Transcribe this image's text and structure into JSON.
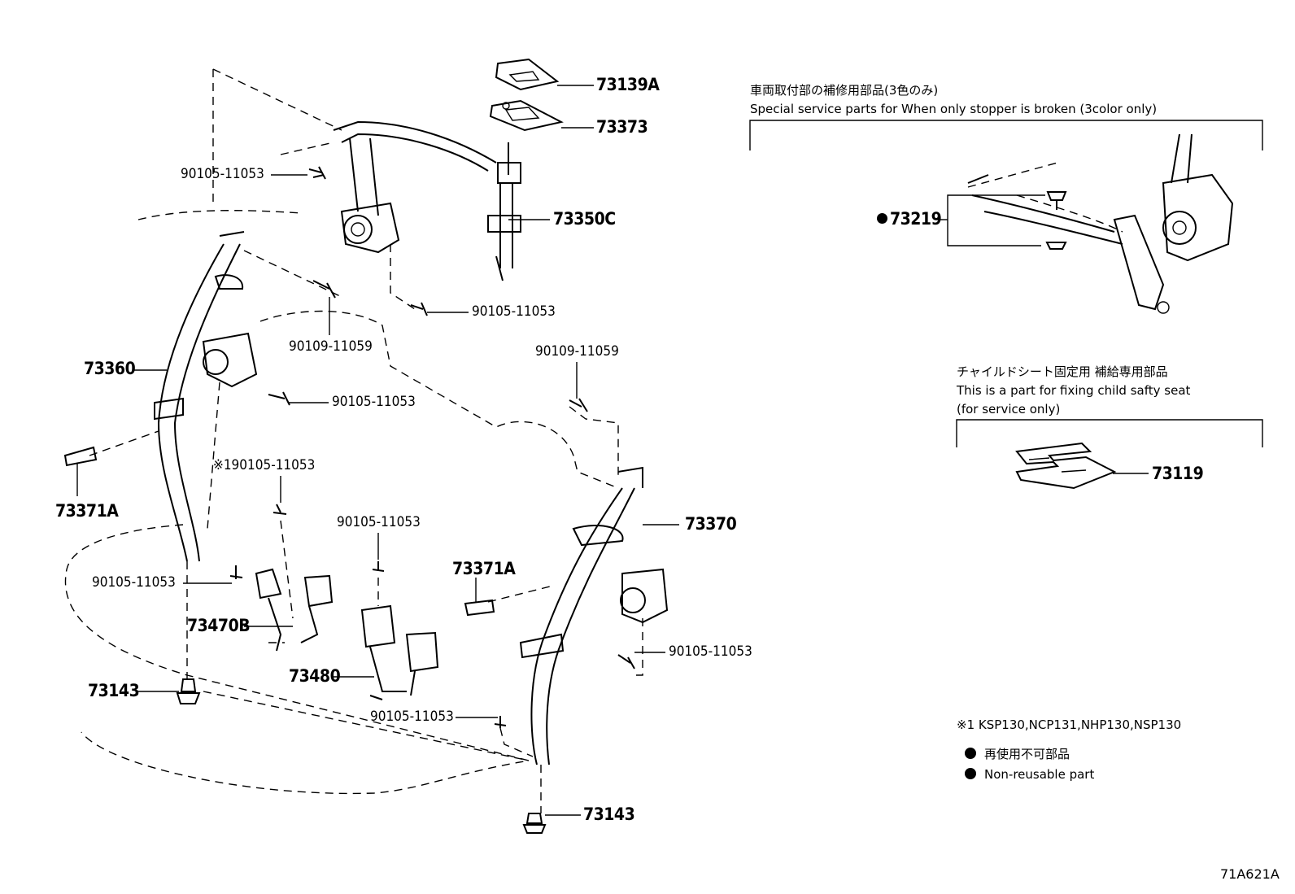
{
  "parts": {
    "l73139a": "73139A",
    "l73373": "73373",
    "l73350c": "73350C",
    "bolt_top": "90105-11053",
    "bolt_rear": "90105-11053",
    "bolt_90109_left": "90109-11059",
    "bolt_mid": "90105-11053",
    "bolt_90109_right": "90109-11059",
    "l73360": "73360",
    "l73371a_left": "73371A",
    "bolt_note1": "※190105-11053",
    "bolt_center": "90105-11053",
    "l73371a_right": "73371A",
    "l73370": "73370",
    "bolt_buckle": "90105-11053",
    "l73470b": "73470B",
    "l73480": "73480",
    "l73143_left": "73143",
    "bolt_lower": "90105-11053",
    "bolt_right": "90105-11053",
    "l73143_right": "73143"
  },
  "inset_stopper": {
    "title_ja": "車両取付部の補修用部品(3色のみ)",
    "title_en": "Special service parts for When only stopper is broken (3color only)",
    "part": "73219"
  },
  "inset_child": {
    "title_ja": "チャイルドシート固定用  補給専用部品",
    "title_en": "This is a part for fixing child safty seat",
    "title_en2": "(for service only)",
    "part": "73119"
  },
  "notes": {
    "applicability": "※1 KSP130,NCP131,NHP130,NSP130",
    "legend_ja": "再使用不可部品",
    "legend_en": "Non-reusable part"
  },
  "figure_code": "71A621A",
  "icons": [
    "bolt-icon",
    "non-reusable-dot-icon",
    "legend-dot-icon",
    "stopper-button-icon"
  ]
}
